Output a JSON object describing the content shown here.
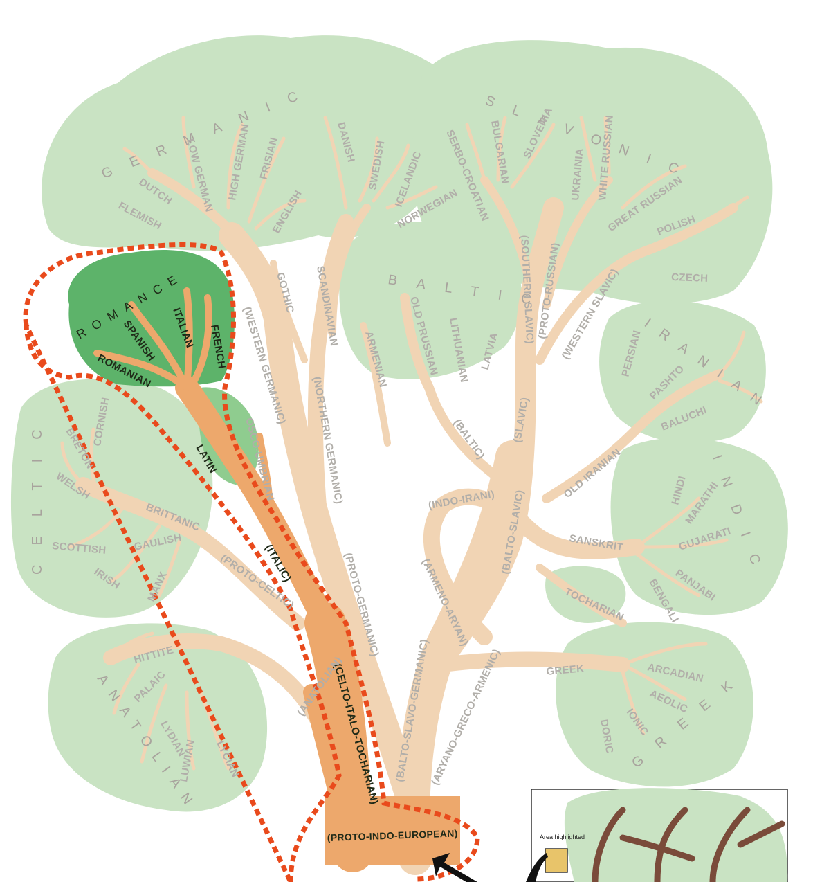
{
  "colors": {
    "foliage": "#c9e3c3",
    "foliage_highlight": "#5db36a",
    "branch": "#f1d4b4",
    "branch_highlight": "#eda86c",
    "outline": "#e94a1c",
    "label": "#b1aea9"
  },
  "groups": {
    "germanic": "GERMANIC",
    "slavonic": "SLAVONIC",
    "baltic": "BALTIC",
    "romance": "ROMANCE",
    "celtic": "CELTIC",
    "iranian": "IRANIAN",
    "indic": "INDIC",
    "anatolian": "ANATOLIAN",
    "greek": "GREEK"
  },
  "labels": {
    "flemish": "FLEMISH",
    "dutch": "DUTCH",
    "low_german": "LOW GERMAN",
    "high_german": "HIGH GERMAN",
    "frisian": "FRISIAN",
    "english": "ENGLISH",
    "danish": "DANISH",
    "swedish": "SWEDISH",
    "icelandic": "ICELANDIC",
    "norwegian": "NORWEGIAN",
    "gothic": "GOTHIC",
    "western_germanic": "(WESTERN GERMANIC)",
    "scandinavian": "SCANDINAVIAN",
    "northern_germanic": "(NORTHERN GERMANIC)",
    "proto_germanic": "(PROTO-GERMANIC)",
    "serbo_croatian": "SERBO-CROATIAN",
    "bulgarian": "BULGARIAN",
    "slovenia": "SLOVENIA",
    "ukrainia": "UKRAINIA",
    "white_russian": "WHITE RUSSIAN",
    "great_russian": "GREAT RUSSIAN",
    "polish": "POLISH",
    "czech": "CZECH",
    "southern_slavic": "(SOUTHERN SLAVIC)",
    "proto_russian": "(PROTO-RUSSIAN)",
    "western_slavic": "(WESTERN SLAVIC)",
    "slavic": "(SLAVIC)",
    "old_prussian": "OLD PRUSSIAN",
    "lithuanian": "LITHUANIAN",
    "latvia": "LATVIA",
    "baltic_node": "(BALTIC)",
    "armenian": "ARMENIAN",
    "balto_slavic": "(BALTO-SLAVIC)",
    "indo_irani": "(INDO-IRANI)",
    "armeno_aryan": "(ARMENO-ARYAN)",
    "romanian": "ROMANIAN",
    "spanish": "SPANISH",
    "italian": "ITALIAN",
    "french": "FRENCH",
    "latin": "LATIN",
    "osco_umbrian": "OSCO-UMBRIAN",
    "italic": "(ITALIC)",
    "celto_italo_tocharian": "(CELTO-ITALO-TOCHARIAN)",
    "proto_indo_european": "(PROTO-INDO-EUROPEAN)",
    "breton": "BRETON",
    "cornish": "CORNISH",
    "welsh": "WELSH",
    "brittanic": "BRITTANIC",
    "scottish": "SCOTTISH",
    "gaulish": "GAULISH",
    "irish": "IRISH",
    "manx": "MANX",
    "proto_celtic": "(PROTO-CELTIC)",
    "hittite": "HITTITE",
    "palaic": "PALAIC",
    "lydian": "LYDIAN",
    "luwian": "LUWIAN",
    "lycian": "LYCIAN",
    "anatolian_node": "(ANATOLIAN)",
    "balto_slavo_germanic": "(BALTO-SLAVO-GERMANIC)",
    "aryano_greco_armenic": "(ARYANO-GRECO-ARMENIC)",
    "persian": "PERSIAN",
    "pashto": "PASHTO",
    "baluchi": "BALUCHI",
    "old_iranian": "OLD IRANIAN",
    "hindi": "HINDI",
    "marathi": "MARATHI",
    "gujarati": "GUJARATI",
    "sanskrit": "SANSKRIT",
    "panjabi": "PANJABI",
    "bengali": "BENGALI",
    "tocharian": "TOCHARIAN",
    "greek_node": "GREEK",
    "arcadian": "ARCADIAN",
    "aeolic": "AEOLIC",
    "ionic": "IONIC",
    "doric": "DORIC"
  },
  "inset": {
    "caption": "Area highlighted"
  }
}
